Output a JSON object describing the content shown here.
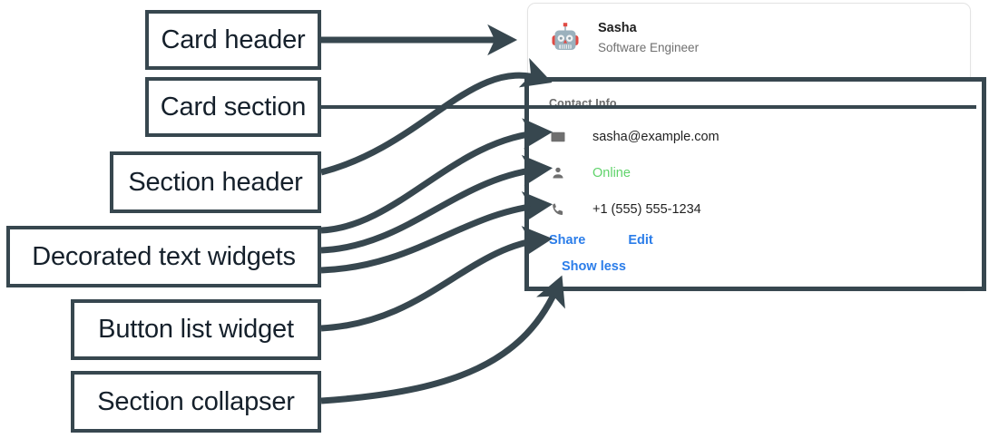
{
  "annotations": {
    "boxes": [
      {
        "id": "card-header",
        "label": "Card header"
      },
      {
        "id": "card-section",
        "label": "Card section"
      },
      {
        "id": "section-header",
        "label": "Section header"
      },
      {
        "id": "decorated-text",
        "label": "Decorated text widgets"
      },
      {
        "id": "button-list",
        "label": "Button list widget"
      },
      {
        "id": "section-collapser",
        "label": "Section collapser"
      }
    ],
    "stroke_color": "#37474f",
    "text_color": "#15202b"
  },
  "card": {
    "header": {
      "avatar_icon": "robot-avatar-icon",
      "name": "Sasha",
      "subtitle": "Software Engineer"
    },
    "section": {
      "header": "Contact Info",
      "rows": [
        {
          "icon": "email-icon",
          "text": "sasha@example.com",
          "style": "normal"
        },
        {
          "icon": "person-icon",
          "text": "Online",
          "style": "online"
        },
        {
          "icon": "phone-icon",
          "text": "+1 (555) 555-1234",
          "style": "normal"
        }
      ],
      "buttons": [
        {
          "id": "share",
          "label": "Share"
        },
        {
          "id": "edit",
          "label": "Edit"
        }
      ],
      "collapser": {
        "label": "Show less"
      }
    }
  },
  "colors": {
    "link": "#2b7de9",
    "online": "#5fd36a",
    "muted": "#6f6f6f",
    "annotation": "#37474f",
    "card_border": "#e3e3e3"
  }
}
